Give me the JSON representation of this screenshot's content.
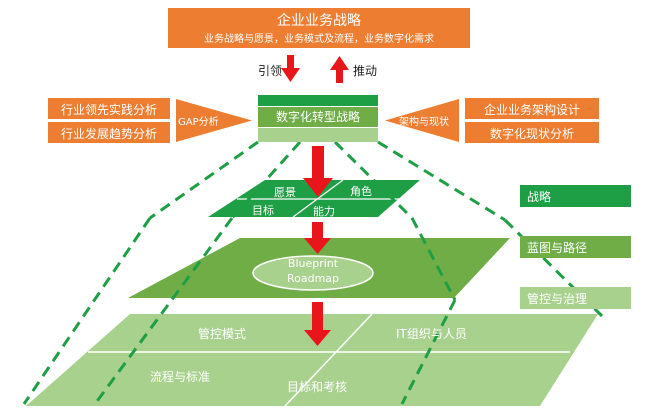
{
  "top_box": {
    "title": "企业业务战略",
    "subtitle": "业务战略与愿景，业务模式及流程，业务数字化需求"
  },
  "arrows": {
    "guide": "引领",
    "drive": "推动"
  },
  "center_box": {
    "title": "数字化转型战略"
  },
  "left": {
    "box1": "行业领先实践分析",
    "box2": "行业发展趋势分析",
    "triangle": "GAP分析"
  },
  "right": {
    "box1": "企业业务架构设计",
    "box2": "数字化现状分析",
    "triangle": "架构与现状"
  },
  "layer1": {
    "vision": "愿景",
    "role": "角色",
    "goal": "目标",
    "capability": "能力"
  },
  "layer2": {
    "line1": "Blueprint",
    "line2": "Roadmap"
  },
  "layer3": {
    "control_mode": "管控模式",
    "it_org": "IT组织与人员",
    "process": "流程与标准",
    "kpi": "目标和考核"
  },
  "legend": {
    "strategy": "战略",
    "blueprint": "蓝图与路径",
    "governance": "管控与治理"
  },
  "colors": {
    "orange": "#ED7D31",
    "dark_green": "#1E9E45",
    "mid_green": "#70AD47",
    "light_green": "#A9D18E",
    "arrow_red": "#E8161B"
  }
}
